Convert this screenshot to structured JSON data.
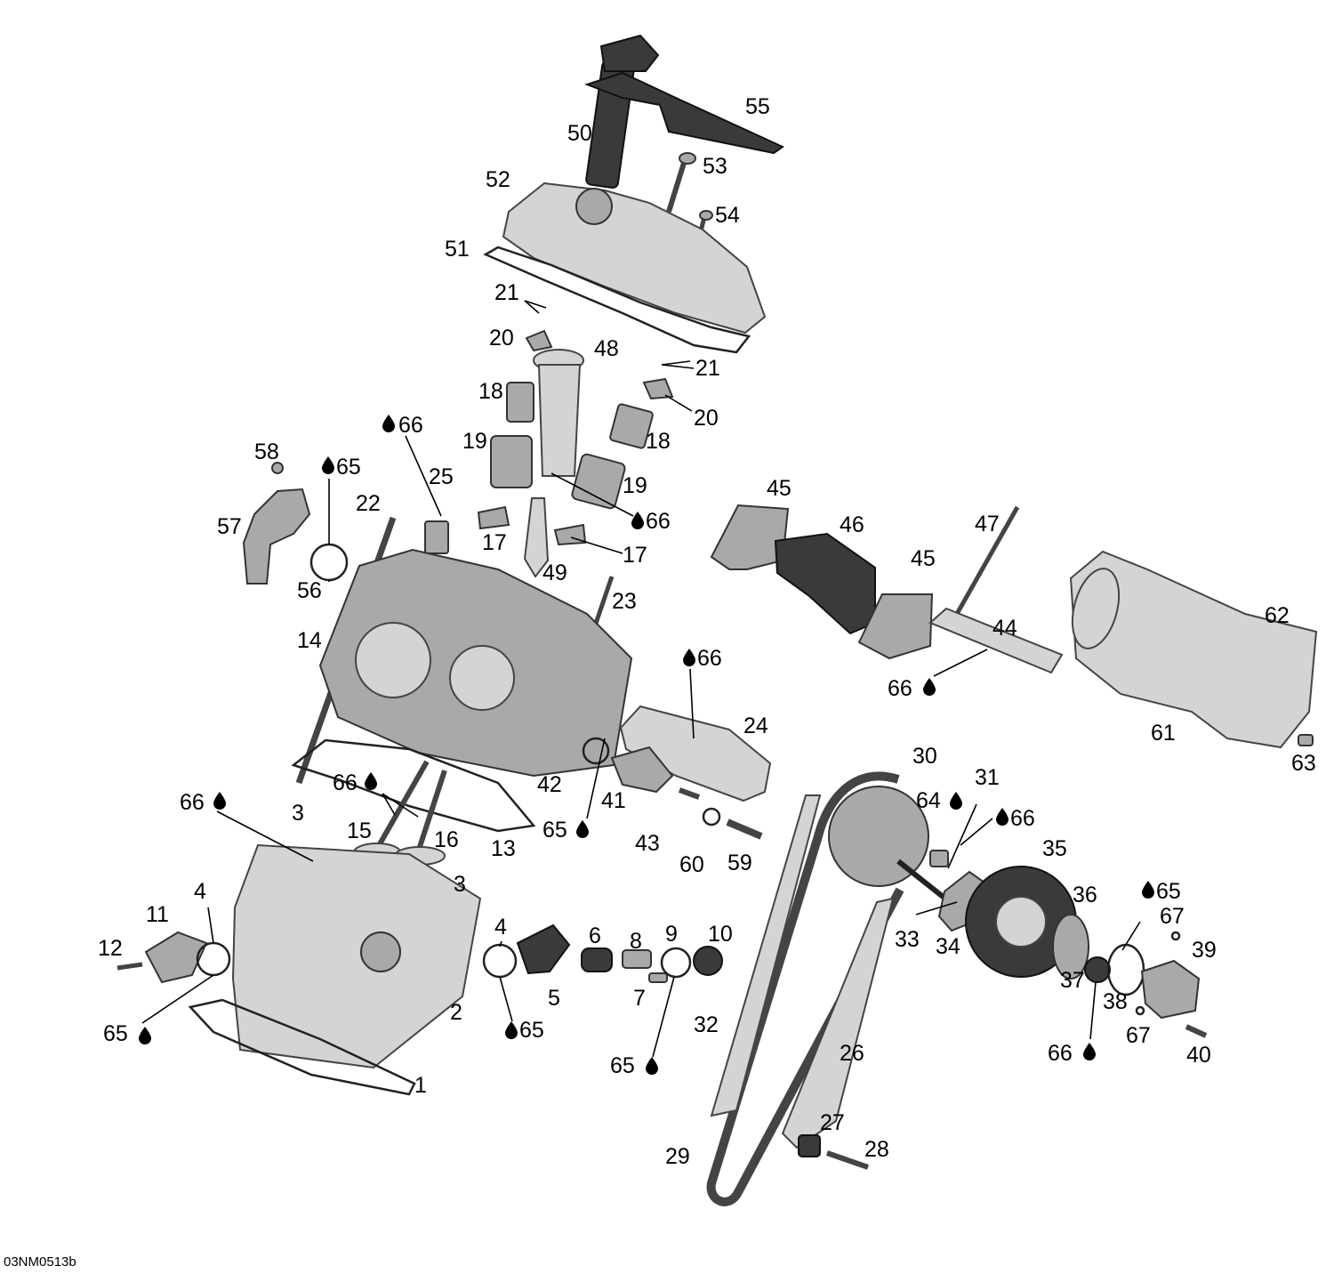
{
  "diagram_code": "03NM0513b",
  "labels": {
    "l55": "55",
    "l50": "50",
    "l53": "53",
    "l52": "52",
    "l54": "54",
    "l51": "51",
    "l21a": "21",
    "l20a": "20",
    "l48": "48",
    "l21b": "21",
    "l18a": "18",
    "l20b": "20",
    "l18b": "18",
    "l19a": "19",
    "l66a": "66",
    "l65a": "65",
    "l58": "58",
    "l25": "25",
    "l19b": "19",
    "l57": "57",
    "l22": "22",
    "l66b": "66",
    "l17a": "17",
    "l17b": "17",
    "l56": "56",
    "l49": "49",
    "l23": "23",
    "l45a": "45",
    "l46": "46",
    "l47": "47",
    "l45b": "45",
    "l62": "62",
    "l14": "14",
    "l44": "44",
    "l66c": "66",
    "l66d": "66",
    "l24": "24",
    "l61": "61",
    "l63": "63",
    "l30": "30",
    "l42": "42",
    "l41": "41",
    "l66e": "66",
    "l31": "31",
    "l64": "64",
    "l66f": "66",
    "l66g": "66",
    "l3a": "3",
    "l15": "15",
    "l16": "16",
    "l13": "13",
    "l65b": "65",
    "l43": "43",
    "l60": "60",
    "l59": "59",
    "l35": "35",
    "l3b": "3",
    "l36": "36",
    "l65c": "65",
    "l33": "33",
    "l34": "34",
    "l67a": "67",
    "l11": "11",
    "l4a": "4",
    "l4b": "4",
    "l6": "6",
    "l8": "8",
    "l9": "9",
    "l10": "10",
    "l39": "39",
    "l12": "12",
    "l37": "37",
    "l38": "38",
    "l5": "5",
    "l7": "7",
    "l2": "2",
    "l67b": "67",
    "l65d": "65",
    "l65e": "65",
    "l32": "32",
    "l26": "26",
    "l66h": "66",
    "l40": "40",
    "l65f": "65",
    "l1": "1",
    "l27": "27",
    "l28": "28",
    "l29": "29"
  }
}
